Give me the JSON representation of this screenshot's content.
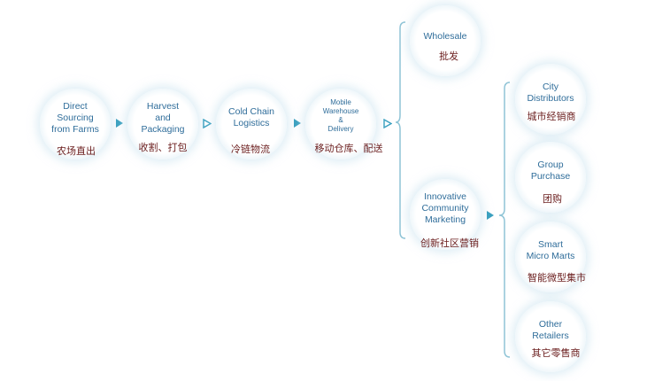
{
  "nodes": {
    "direct": {
      "en": "Direct\nSourcing\nfrom Farms",
      "cn": "农场直出"
    },
    "harvest": {
      "en": "Harvest\nand\nPackaging",
      "cn": "收割、打包"
    },
    "coldchain": {
      "en": "Cold Chain\nLogistics",
      "cn": "冷链物流"
    },
    "mobile": {
      "en": "Mobile\nWarehouse\n&\nDelivery",
      "cn": "移动仓库、配送"
    },
    "wholesale": {
      "en": "Wholesale",
      "cn": "批发"
    },
    "community": {
      "en": "Innovative\nCommunity\nMarketing",
      "cn": "创新社区营销"
    },
    "city": {
      "en": "City\nDistributors",
      "cn": "城市经销商"
    },
    "group": {
      "en": "Group\nPurchase",
      "cn": "团购"
    },
    "smart": {
      "en": "Smart\nMicro Marts",
      "cn": "智能微型集市"
    },
    "other": {
      "en": "Other\nRetailers",
      "cn": "其它零售商"
    }
  },
  "colors": {
    "node_text": "#2f6d9a",
    "cn_text": "#6b1e1e",
    "arrow": "#3aa0bf",
    "bracket": "#8fc4d6"
  }
}
